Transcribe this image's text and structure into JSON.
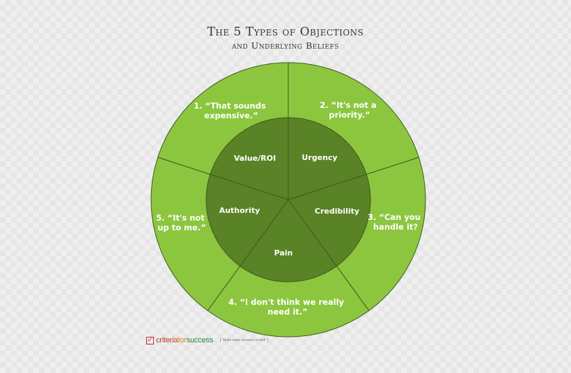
{
  "title": "The 5 Types of Objections",
  "subtitle": "and Underlying Beliefs",
  "colors": {
    "outer": "#8cc63f",
    "inner": "#5a8226",
    "stroke": "#3e5a1b",
    "text": "#ffffff"
  },
  "segments": [
    {
      "objection_lines": [
        "1. “That sounds",
        "expensive.”"
      ],
      "belief": "Value/ROI"
    },
    {
      "objection_lines": [
        "2. “It's not a",
        "priority.”"
      ],
      "belief": "Urgency"
    },
    {
      "objection_lines": [
        "3. “Can you",
        "handle it?"
      ],
      "belief": "Credibility"
    },
    {
      "objection_lines": [
        "4. “I don't think we really",
        "need it.”"
      ],
      "belief": "Pain"
    },
    {
      "objection_lines": [
        "5. “It's not",
        "up to me.”"
      ],
      "belief": "Authority"
    }
  ],
  "brand": {
    "part1": "criteria",
    "part2": "for",
    "part3": "success",
    "tagline": "Make sales success a habit"
  }
}
